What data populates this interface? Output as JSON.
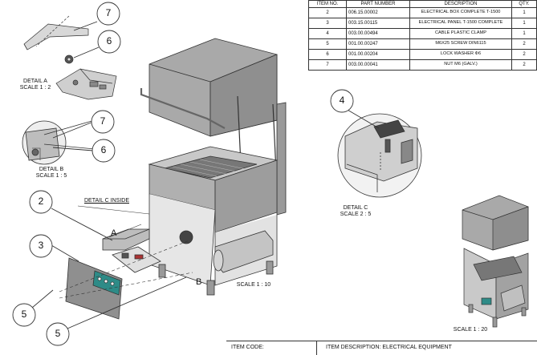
{
  "parts_table": {
    "headers": [
      "ITEM NO.",
      "PART NUMBER",
      "DESCRIPTION",
      "QTY."
    ],
    "rows": [
      {
        "item": "2",
        "part": "006.15.00002",
        "desc": "ELECTRICAL BOX COMPLETE T-1500",
        "qty": "1"
      },
      {
        "item": "3",
        "part": "003.15.00115",
        "desc": "ELECTRICAL PANEL T-1500 COMPLETE",
        "qty": "1"
      },
      {
        "item": "4",
        "part": "003.00.00494",
        "desc": "CABLE PLASTIC CLAMP",
        "qty": "1"
      },
      {
        "item": "5",
        "part": "001.00.00247",
        "desc": "M6X25 SCREW DIN6115",
        "qty": "2"
      },
      {
        "item": "6",
        "part": "001.00.00204",
        "desc": "LOCK WASHER Φ6",
        "qty": "2"
      },
      {
        "item": "7",
        "part": "003.00.00041",
        "desc": "NUT M6 (GALV.)",
        "qty": "2"
      }
    ]
  },
  "details": {
    "detail_a": {
      "title": "DETAIL A",
      "scale": "SCALE 1 : 2"
    },
    "detail_b": {
      "title": "DETAIL B",
      "scale": "SCALE 1 : 5"
    },
    "detail_c": {
      "title": "DETAIL C",
      "scale": "SCALE 2 : 5"
    },
    "detail_c_inside": "DETAIL C INSIDE",
    "view_letter_a": "A",
    "view_letter_b": "B",
    "main_scale": "SCALE 1 : 10",
    "small_scale": "SCALE 1 : 20"
  },
  "balloons": {
    "b7a": "7",
    "b6a": "6",
    "b7b": "7",
    "b6b": "6",
    "b4": "4",
    "b2": "2",
    "b3": "3",
    "b5a": "5",
    "b5b": "5"
  },
  "footer": {
    "item_code_label": "ITEM CODE:",
    "item_description": "ITEM DESCRIPTION: ELECTRICAL EQUIPMENT"
  },
  "colors": {
    "panel_teal": "#2e8b87",
    "line": "#333333",
    "metal": "#b9b9b9",
    "metal_dark": "#8e8e8e"
  }
}
